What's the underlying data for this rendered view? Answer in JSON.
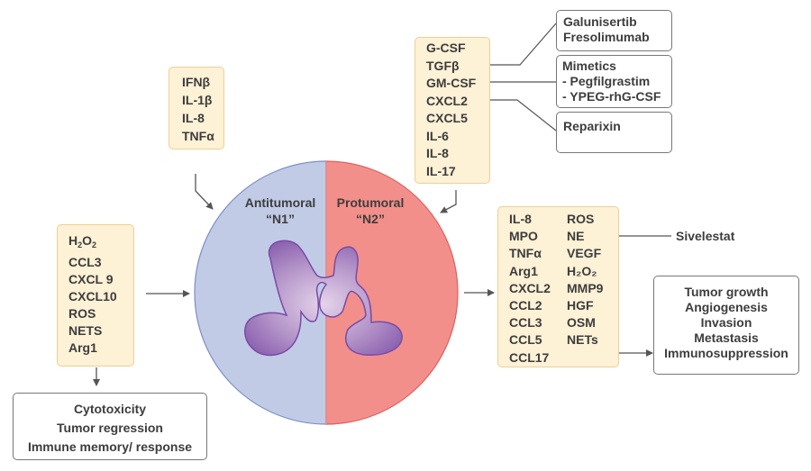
{
  "n1_stimuli": [
    "IFNβ",
    "IL-1β",
    "IL-8",
    "TNFα"
  ],
  "n2_stimuli": [
    "G-CSF",
    "TGFβ",
    "GM-CSF",
    "CXCL2",
    "CXCL5",
    "IL-6",
    "IL-8",
    "IL-17"
  ],
  "inhibitors": {
    "tgfb": [
      "Galunisertib",
      "Fresolimumab"
    ],
    "gmcsf": [
      "Mimetics",
      "- Pegfilgrastim",
      "- YPEG-rhG-CSF"
    ],
    "cxcl2": [
      "Reparixin"
    ],
    "ne": "Sivelestat"
  },
  "n1_products": [
    "CCL3",
    "CXCL 9",
    "CXCL10",
    "ROS",
    "NETS",
    "Arg1"
  ],
  "n1_products_first": {
    "h": "H",
    "sub1": "2",
    "o": "O",
    "sub2": "2"
  },
  "n1_outcomes": [
    "Cytotoxicity",
    "Tumor regression",
    "Immune memory/ response"
  ],
  "n2_products_col1": [
    "IL-8",
    "MPO",
    "TNFα",
    "Arg1",
    "CXCL2",
    "CCL2",
    "CCL3",
    "CCL5",
    "CCL17"
  ],
  "n2_products_col2": [
    "ROS",
    "NE",
    "VEGF",
    "H₂O₂",
    "MMP9",
    "HGF",
    "OSM",
    "NETs"
  ],
  "n2_outcomes": [
    "Tumor growth",
    "Angiogenesis",
    "Invasion",
    "Metastasis",
    "Immunosuppression"
  ],
  "neutrophil": {
    "n1_label": "Antitumoral",
    "n1_tag": "“N1”",
    "n2_label": "Protumoral",
    "n2_tag": "“N2”"
  },
  "colors": {
    "n1": "#c1cbe6",
    "n2": "#f38f8a",
    "cell": "#9a74b8",
    "box": "#fdf1d6"
  }
}
